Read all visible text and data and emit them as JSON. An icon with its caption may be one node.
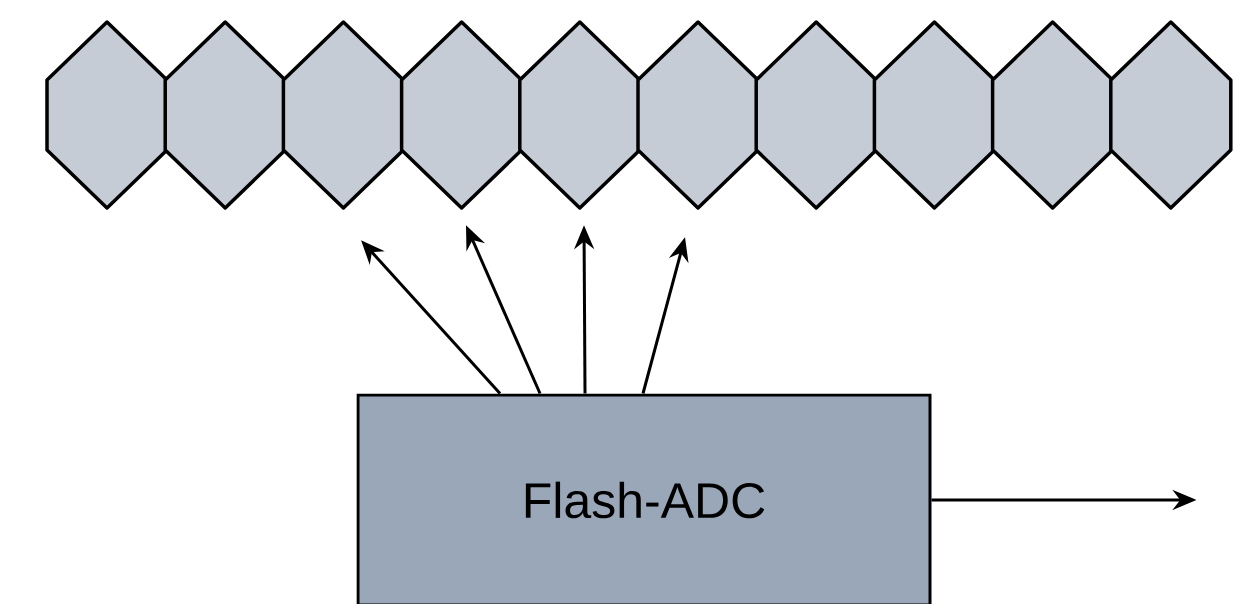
{
  "diagram": {
    "nodes": [
      {
        "text": [],
        "shape": "hexagon"
      },
      {
        "text": [],
        "shape": "hexagon"
      },
      {
        "text": [],
        "shape": "hexagon"
      },
      {
        "text": [],
        "shape": "hexagon"
      },
      {
        "text": [],
        "shape": "hexagon"
      },
      {
        "text": [],
        "shape": "hexagon"
      },
      {
        "text": [],
        "shape": "hexagon"
      },
      {
        "text": [],
        "shape": "hexagon"
      },
      {
        "text": [],
        "shape": "hexagon"
      },
      {
        "text": [],
        "shape": "hexagon"
      },
      {
        "text": [
          "Flash-ADC"
        ]
      }
    ],
    "edges": [
      {
        "from": 10,
        "to": 2,
        "arrow": "to"
      },
      {
        "from": 10,
        "to": 3,
        "arrow": "to"
      },
      {
        "from": 10,
        "to": 4,
        "arrow": "to"
      },
      {
        "from": 10,
        "to": 5,
        "arrow": "to"
      },
      {
        "from": 10,
        "to": null,
        "arrow": "to"
      }
    ]
  }
}
